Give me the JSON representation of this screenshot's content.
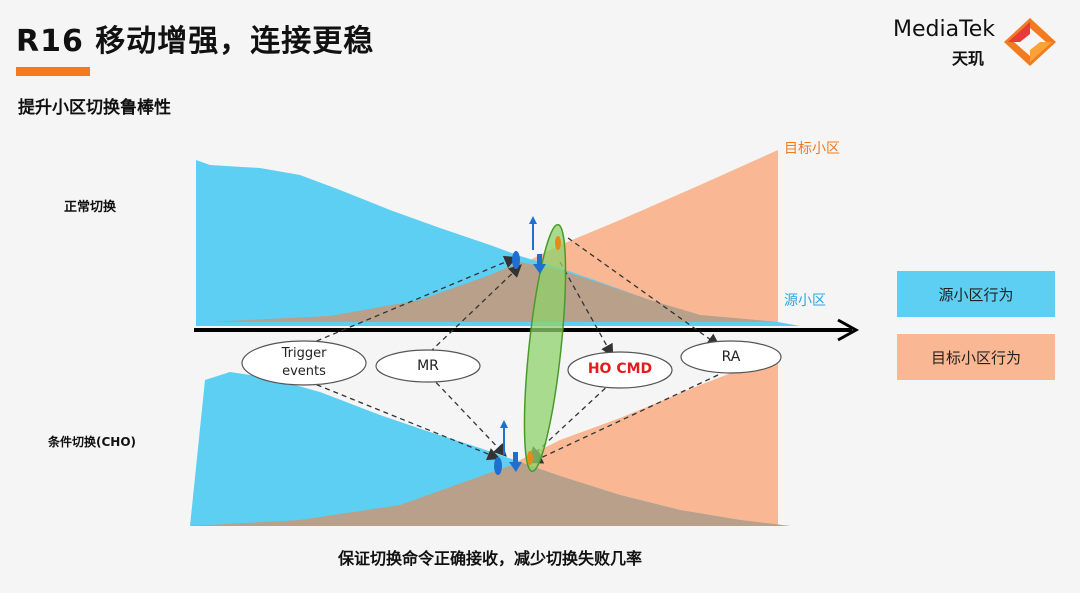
{
  "header": {
    "title": "R16 移动增强，连接更稳",
    "subtitle": "提升小区切换鲁棒性",
    "logo_name": "MediaTek",
    "logo_cn": "天玑",
    "accent_color": "#f47a1f"
  },
  "diagram": {
    "row_normal_label": "正常切换",
    "row_cho_label": "条件切换(CHO)",
    "target_cell_label": "目标小区",
    "source_cell_label": "源小区",
    "events": {
      "trigger": "Trigger events",
      "mr": "MR",
      "ho_cmd": "HO CMD",
      "ra": "RA"
    },
    "colors": {
      "source": "#5ccff2",
      "target": "#f9b893",
      "overlap": "#b8a08a",
      "ellipse": "#8fd26b",
      "highlight": "#e11d1d"
    }
  },
  "legend": {
    "source_behavior": "源小区行为",
    "target_behavior": "目标小区行为"
  },
  "footer": {
    "caption": "保证切换命令正确接收，减少切换失败几率"
  }
}
